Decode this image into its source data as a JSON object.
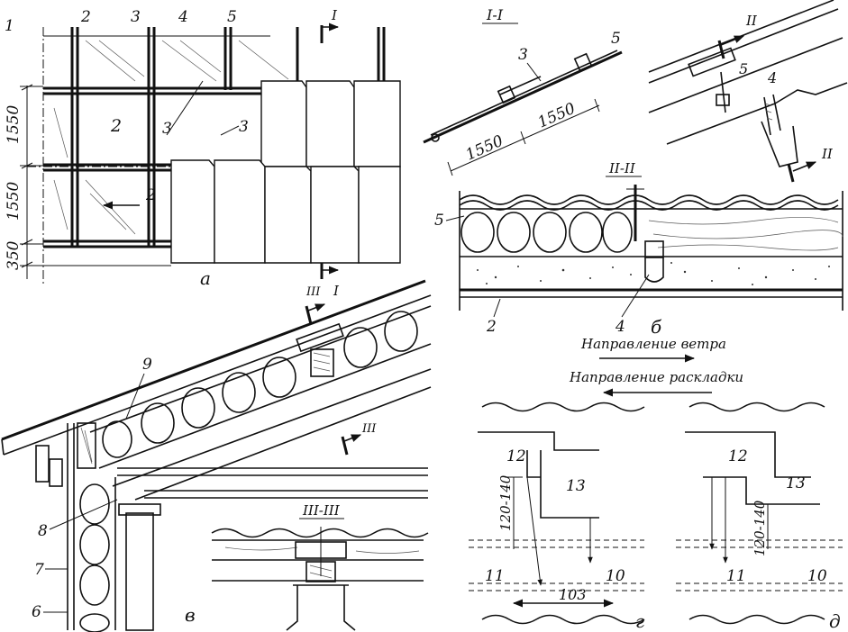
{
  "title": "",
  "panel_labels": {
    "a": "а",
    "b": "б",
    "v": "в",
    "g": "г",
    "d": "д"
  },
  "section_labels": {
    "s1": "I-I",
    "s2": "II-II",
    "s3": "III-III"
  },
  "cut_marks": {
    "I": "I",
    "II": "II",
    "III": "III"
  },
  "dims": {
    "d1550": "1550",
    "d350": "350",
    "d120_140": "120-140",
    "d103": "103"
  },
  "callouts": [
    "1",
    "2",
    "3",
    "4",
    "5",
    "6",
    "7",
    "8",
    "9",
    "10",
    "11",
    "12",
    "13"
  ],
  "wind_direction": "Направление ветра",
  "laying_direction": "Направление раскладки",
  "colors": {
    "ink": "#111111",
    "paper": "#ffffff"
  }
}
